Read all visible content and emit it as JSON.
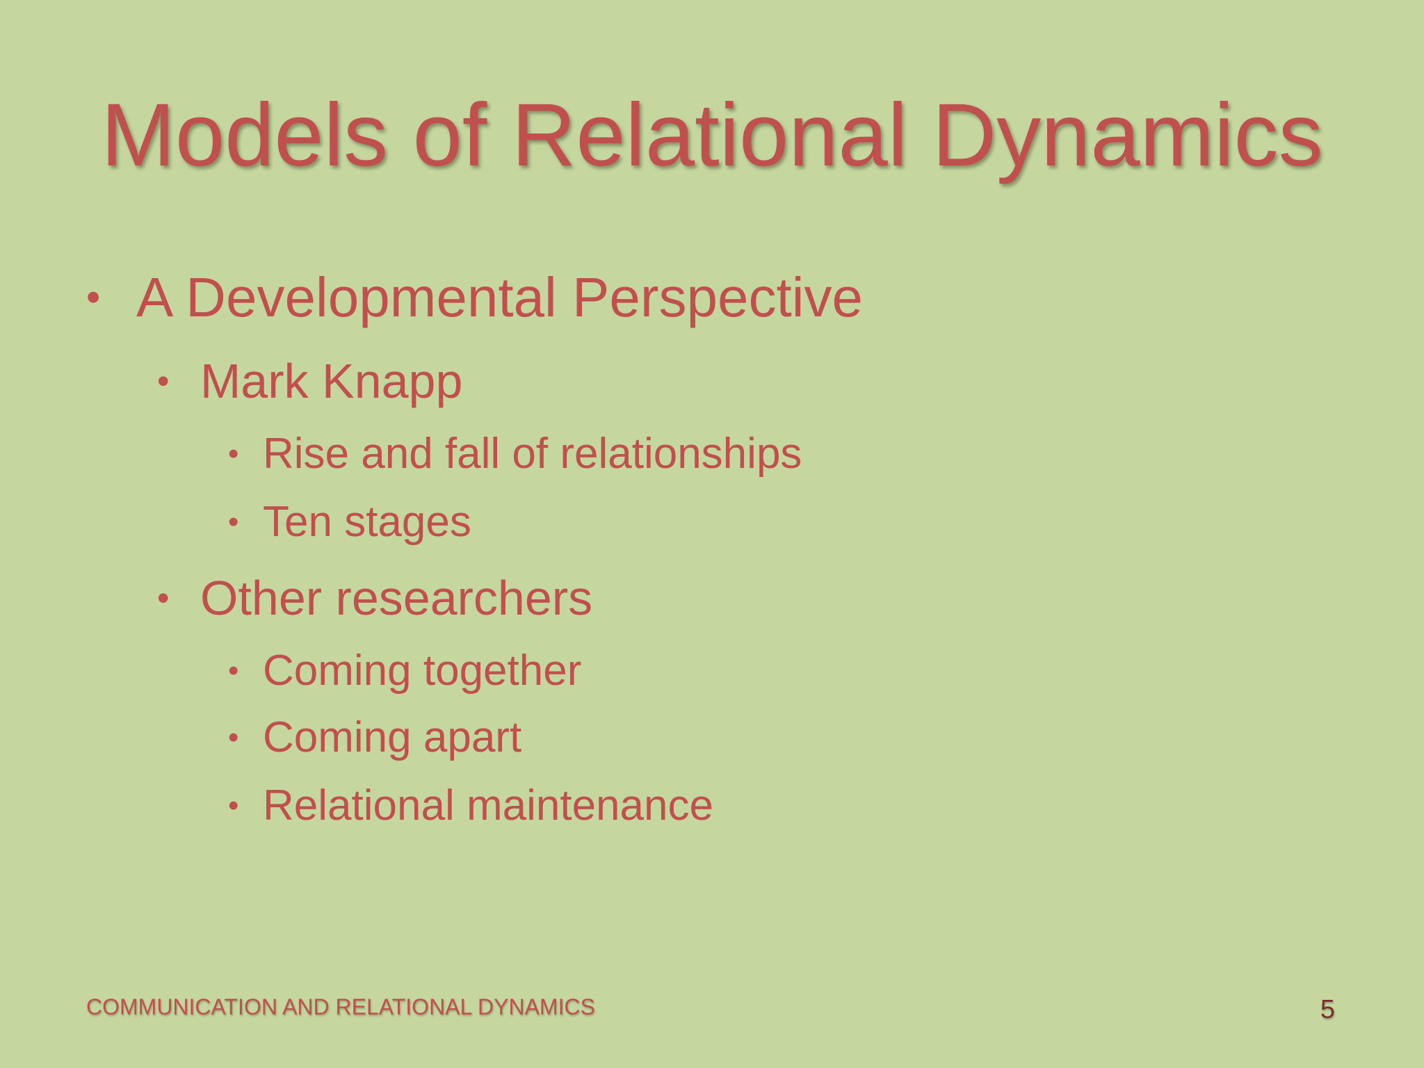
{
  "slide": {
    "title": "Models of Relational Dynamics",
    "bullets": [
      {
        "level": 1,
        "text": "A Developmental Perspective"
      },
      {
        "level": 2,
        "text": "Mark Knapp"
      },
      {
        "level": 3,
        "text": "Rise and fall of relationships"
      },
      {
        "level": 3,
        "text": "Ten stages"
      },
      {
        "level": 2,
        "text": "Other researchers"
      },
      {
        "level": 3,
        "text": "Coming together"
      },
      {
        "level": 3,
        "text": "Coming apart"
      },
      {
        "level": 3,
        "text": "Relational maintenance"
      }
    ],
    "bullet_glyph": "•",
    "footer": "COMMUNICATION AND RELATIONAL DYNAMICS",
    "page_number": "5"
  },
  "colors": {
    "background": "#c5d69f",
    "text_accent": "#c0504d",
    "page_number": "#7a2f2c"
  }
}
